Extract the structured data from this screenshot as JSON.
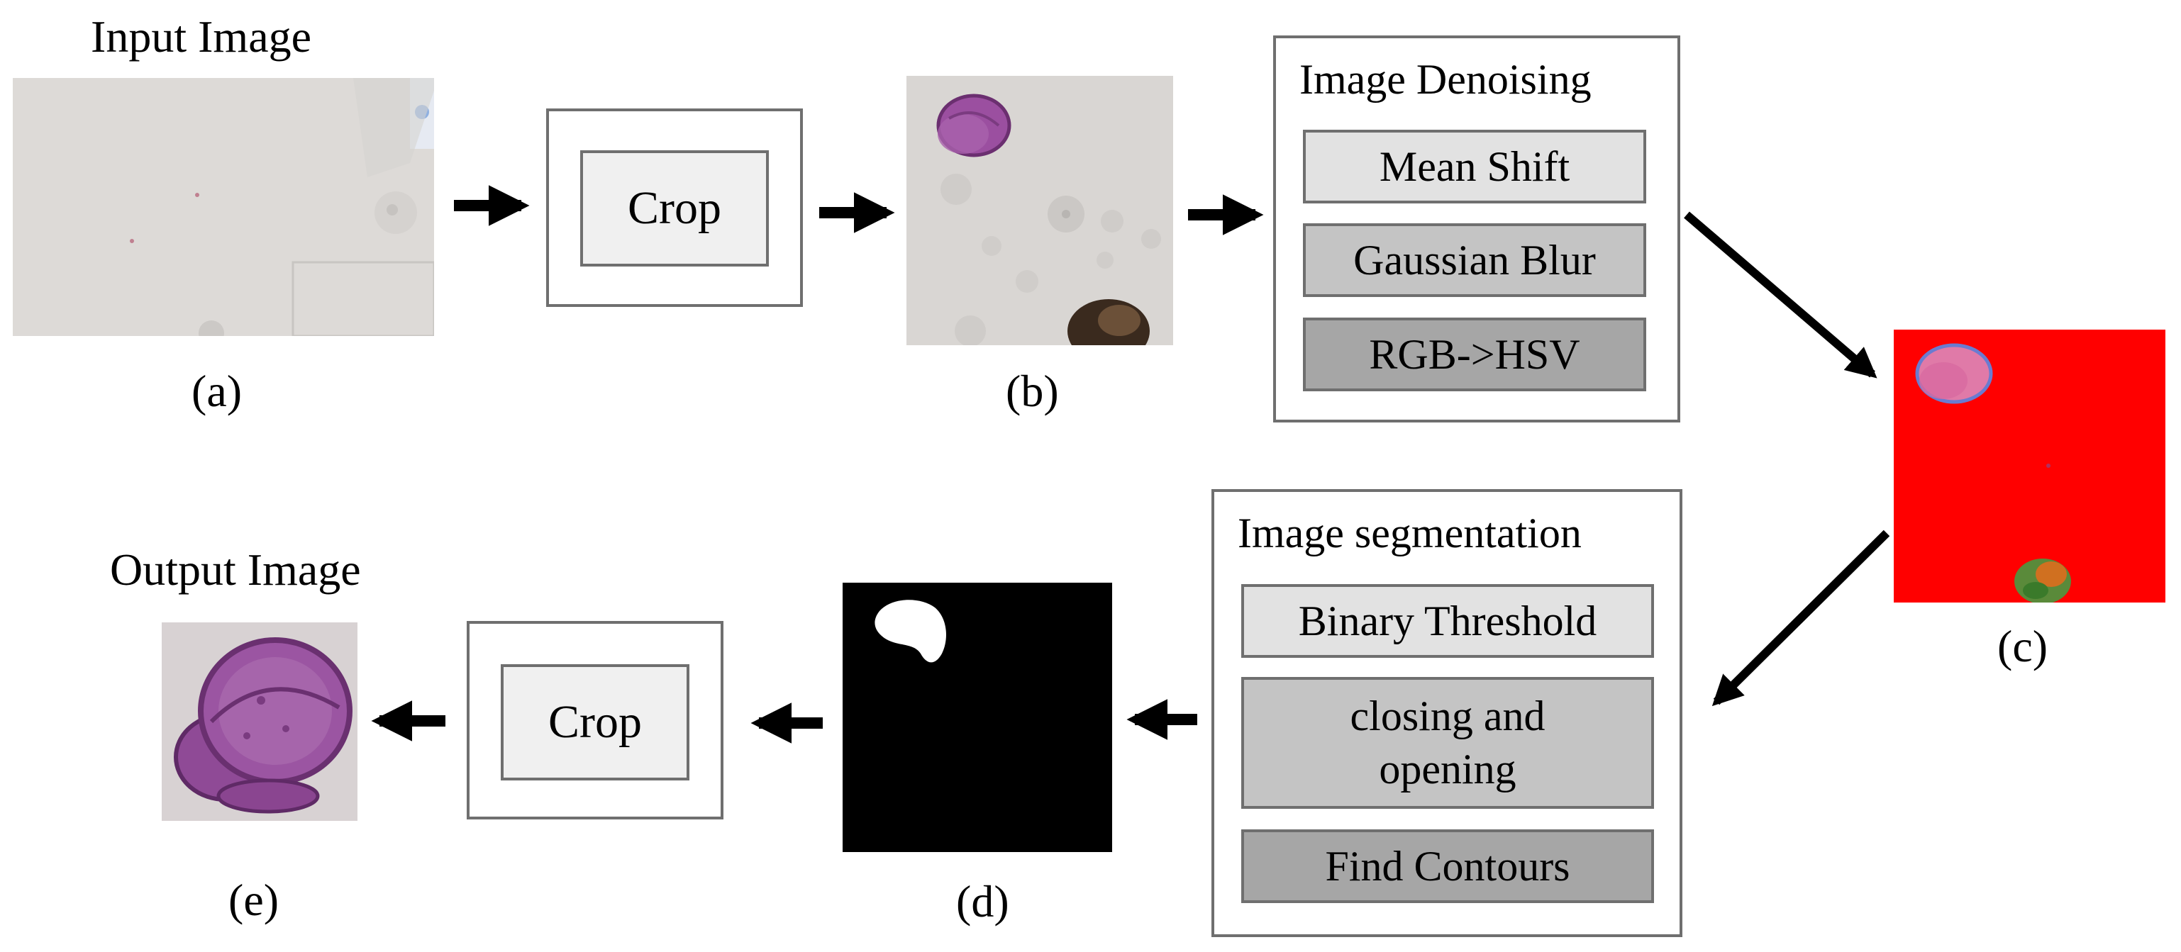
{
  "titles": {
    "input": "Input Image",
    "output": "Output Image"
  },
  "captions": {
    "a": "(a)",
    "b": "(b)",
    "c": "(c)",
    "d": "(d)",
    "e": "(e)"
  },
  "crop_top": "Crop",
  "crop_bottom": "Crop",
  "denoising": {
    "title": "Image Denoising",
    "steps": [
      "Mean Shift",
      "Gaussian Blur",
      "RGB->HSV"
    ]
  },
  "segmentation": {
    "title": "Image segmentation",
    "steps": [
      "Binary Threshold",
      "closing and opening",
      "Find Contours"
    ]
  },
  "colors": {
    "hsv_background": "#ff0000",
    "pollen": "#9b4fa0",
    "border": "#6f6f6f"
  }
}
